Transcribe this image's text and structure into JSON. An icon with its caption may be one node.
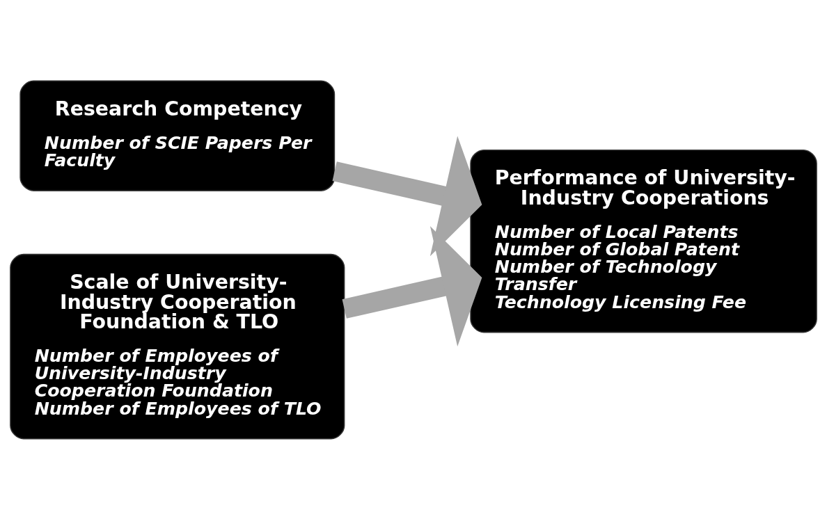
{
  "diagram": {
    "nodes": [
      {
        "text": [
          "Research Competency",
          "Number of SCIE Papers Per Faculty"
        ]
      },
      {
        "text": [
          "Scale of University-Industry Cooperation Foundation & TLO",
          "Number of Employees of University-Industry Cooperation Foundation",
          "Number of Employees of TLO"
        ]
      },
      {
        "text": [
          "Performance of University-Industry Cooperations",
          "Number of Local Patents",
          "Number of Global Patent",
          "Number of Technology Transfer",
          "Technology Licensing Fee"
        ]
      }
    ],
    "edges": [
      {
        "from": 0,
        "to": 2,
        "arrow": "to"
      },
      {
        "from": 1,
        "to": 2,
        "arrow": "to"
      }
    ]
  }
}
